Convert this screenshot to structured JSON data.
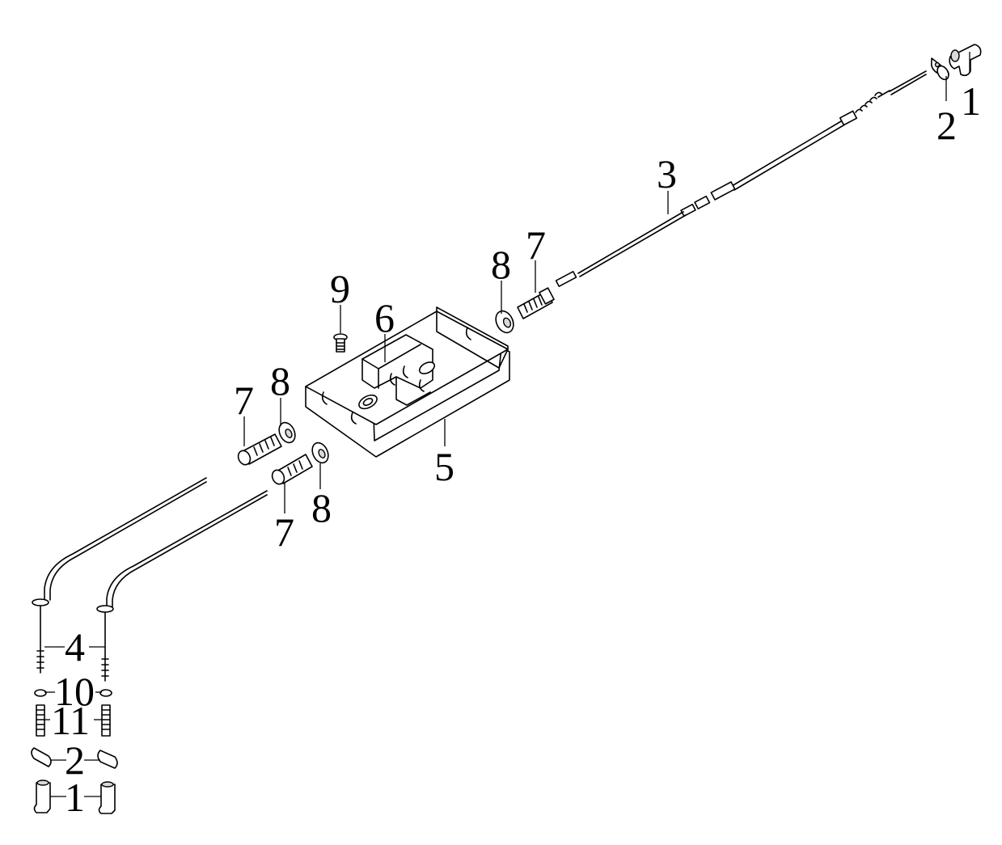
{
  "diagram": {
    "callouts": {
      "c1_top": "1",
      "c2_top": "2",
      "c3": "3",
      "c7_top": "7",
      "c8_top": "8",
      "c9": "9",
      "c6": "6",
      "c5": "5",
      "c7_left": "7",
      "c8_left": "8",
      "c8_bottom": "8",
      "c7_bottom": "7",
      "c4": "4",
      "c10": "10",
      "c11": "11",
      "c2_bottom": "2",
      "c1_bottom": "1"
    }
  }
}
